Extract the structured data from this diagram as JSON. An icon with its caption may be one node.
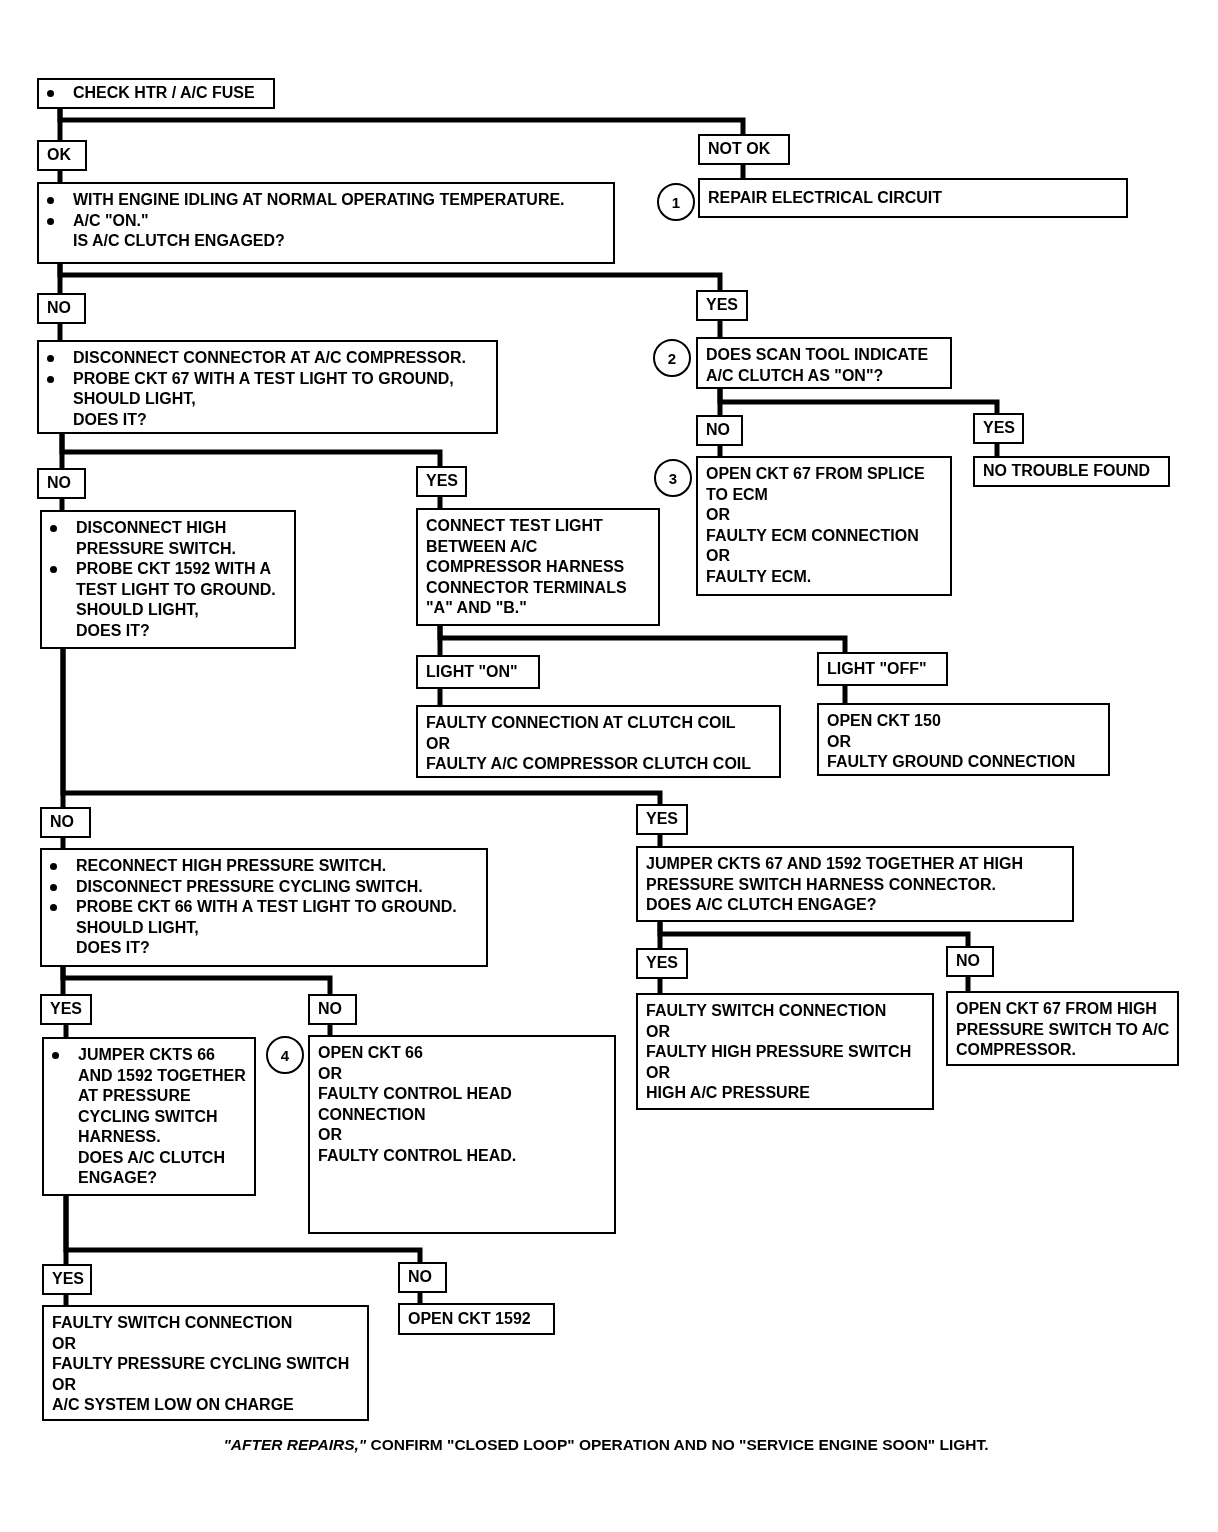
{
  "diagram": {
    "caption": "*\"AFTER REPAIRS,\"* CONFIRM \"CLOSED LOOP\" OPERATION AND NO \"SERVICE ENGINE SOON\" LIGHT.",
    "nodes": [
      {
        "text": [
          "CHECK HTR / A/C FUSE"
        ]
      },
      {
        "text": [
          "OK"
        ]
      },
      {
        "text": [
          "NOT OK"
        ]
      },
      {
        "text": [
          "WITH ENGINE IDLING AT NORMAL OPERATING TEMPERATURE.",
          "A/C \"ON.\"",
          "IS A/C CLUTCH ENGAGED?"
        ]
      },
      {
        "text": [
          "REPAIR ELECTRICAL CIRCUIT"
        ],
        "beside": [
          "1"
        ]
      },
      {
        "text": [
          "NO"
        ]
      },
      {
        "text": [
          "YES"
        ]
      },
      {
        "text": [
          "DISCONNECT CONNECTOR AT A/C COMPRESSOR.",
          "PROBE CKT 67 WITH A TEST LIGHT TO GROUND,",
          "SHOULD LIGHT,",
          "DOES IT?"
        ]
      },
      {
        "text": [
          "DOES SCAN TOOL INDICATE A/C CLUTCH AS \"ON\"?"
        ],
        "beside": [
          "2"
        ]
      },
      {
        "text": [
          "NO"
        ]
      },
      {
        "text": [
          "YES"
        ]
      },
      {
        "text": [
          "NO"
        ]
      },
      {
        "text": [
          "YES"
        ]
      },
      {
        "text": [
          "OPEN CKT 67 FROM SPLICE TO ECM",
          "OR",
          "FAULTY ECM CONNECTION",
          "OR",
          "FAULTY ECM."
        ],
        "beside": [
          "3"
        ]
      },
      {
        "text": [
          "NO TROUBLE FOUND"
        ]
      },
      {
        "text": [
          "DISCONNECT HIGH PRESSURE SWITCH.",
          "PROBE CKT 1592 WITH A TEST LIGHT TO GROUND.",
          "SHOULD LIGHT,",
          "DOES IT?"
        ]
      },
      {
        "text": [
          "CONNECT TEST LIGHT BETWEEN A/C COMPRESSOR HARNESS CONNECTOR TERMINALS \"A\" AND \"B.\""
        ]
      },
      {
        "text": [
          "LIGHT \"ON\""
        ]
      },
      {
        "text": [
          "LIGHT \"OFF\""
        ]
      },
      {
        "text": [
          "FAULTY CONNECTION AT CLUTCH COIL",
          "OR",
          "FAULTY A/C COMPRESSOR CLUTCH COIL"
        ]
      },
      {
        "text": [
          "OPEN CKT 150",
          "OR",
          "FAULTY GROUND CONNECTION"
        ]
      },
      {
        "text": [
          "NO"
        ]
      },
      {
        "text": [
          "YES"
        ]
      },
      {
        "text": [
          "RECONNECT HIGH PRESSURE SWITCH.",
          "DISCONNECT PRESSURE CYCLING SWITCH.",
          "PROBE CKT 66 WITH A TEST LIGHT TO GROUND.",
          "SHOULD LIGHT,",
          "DOES IT?"
        ]
      },
      {
        "text": [
          "JUMPER CKTS 67 AND 1592 TOGETHER AT HIGH PRESSURE SWITCH HARNESS CONNECTOR.",
          "DOES A/C CLUTCH ENGAGE?"
        ]
      },
      {
        "text": [
          "YES"
        ]
      },
      {
        "text": [
          "NO"
        ]
      },
      {
        "text": [
          "YES"
        ]
      },
      {
        "text": [
          "NO"
        ]
      },
      {
        "text": [
          "FAULTY SWITCH CONNECTION",
          "OR",
          "FAULTY HIGH PRESSURE SWITCH",
          "OR",
          "HIGH A/C PRESSURE"
        ]
      },
      {
        "text": [
          "OPEN CKT 67 FROM HIGH PRESSURE SWITCH TO A/C COMPRESSOR."
        ]
      },
      {
        "text": [
          "JUMPER CKTS 66 AND 1592 TOGETHER AT PRESSURE CYCLING SWITCH HARNESS.",
          "DOES A/C CLUTCH ENGAGE?"
        ]
      },
      {
        "text": [
          "OPEN CKT 66",
          "OR",
          "FAULTY CONTROL HEAD CONNECTION",
          "OR",
          "FAULTY CONTROL HEAD."
        ],
        "beside": [
          "4"
        ]
      },
      {
        "text": [
          "YES"
        ]
      },
      {
        "text": [
          "NO"
        ]
      },
      {
        "text": [
          "FAULTY SWITCH CONNECTION",
          "OR",
          "FAULTY PRESSURE CYCLING SWITCH",
          "OR",
          "A/C SYSTEM LOW ON CHARGE"
        ]
      },
      {
        "text": [
          "OPEN CKT 1592"
        ]
      }
    ],
    "edges": [
      {
        "from": 0,
        "to": 1,
        "arrow": "none"
      },
      {
        "from": 0,
        "to": 2,
        "arrow": "none"
      },
      {
        "from": 1,
        "to": 3,
        "arrow": "none"
      },
      {
        "from": 2,
        "to": 4,
        "arrow": "none"
      },
      {
        "from": 3,
        "to": 5,
        "arrow": "none"
      },
      {
        "from": 3,
        "to": 6,
        "arrow": "none"
      },
      {
        "from": 5,
        "to": 7,
        "arrow": "none"
      },
      {
        "from": 6,
        "to": 8,
        "arrow": "none"
      },
      {
        "from": 7,
        "to": 11,
        "arrow": "none"
      },
      {
        "from": 7,
        "to": 12,
        "arrow": "none"
      },
      {
        "from": 8,
        "to": 9,
        "arrow": "none"
      },
      {
        "from": 8,
        "to": 10,
        "arrow": "none"
      },
      {
        "from": 9,
        "to": 13,
        "arrow": "none"
      },
      {
        "from": 10,
        "to": 14,
        "arrow": "none"
      },
      {
        "from": 11,
        "to": 15,
        "arrow": "none"
      },
      {
        "from": 12,
        "to": 16,
        "arrow": "none"
      },
      {
        "from": 16,
        "to": 17,
        "arrow": "none"
      },
      {
        "from": 16,
        "to": 18,
        "arrow": "none"
      },
      {
        "from": 17,
        "to": 19,
        "arrow": "none"
      },
      {
        "from": 18,
        "to": 20,
        "arrow": "none"
      },
      {
        "from": 15,
        "to": 21,
        "arrow": "none"
      },
      {
        "from": 15,
        "to": 22,
        "arrow": "none"
      },
      {
        "from": 21,
        "to": 23,
        "arrow": "none"
      },
      {
        "from": 22,
        "to": 24,
        "arrow": "none"
      },
      {
        "from": 24,
        "to": 25,
        "arrow": "none"
      },
      {
        "from": 24,
        "to": 26,
        "arrow": "none"
      },
      {
        "from": 23,
        "to": 27,
        "arrow": "none"
      },
      {
        "from": 23,
        "to": 28,
        "arrow": "none"
      },
      {
        "from": 25,
        "to": 29,
        "arrow": "none"
      },
      {
        "from": 26,
        "to": 30,
        "arrow": "none"
      },
      {
        "from": 27,
        "to": 31,
        "arrow": "none"
      },
      {
        "from": 28,
        "to": 32,
        "arrow": "none"
      },
      {
        "from": 31,
        "to": 33,
        "arrow": "none"
      },
      {
        "from": 31,
        "to": 34,
        "arrow": "none"
      },
      {
        "from": 33,
        "to": 35,
        "arrow": "none"
      },
      {
        "from": 34,
        "to": 36,
        "arrow": "none"
      }
    ]
  }
}
